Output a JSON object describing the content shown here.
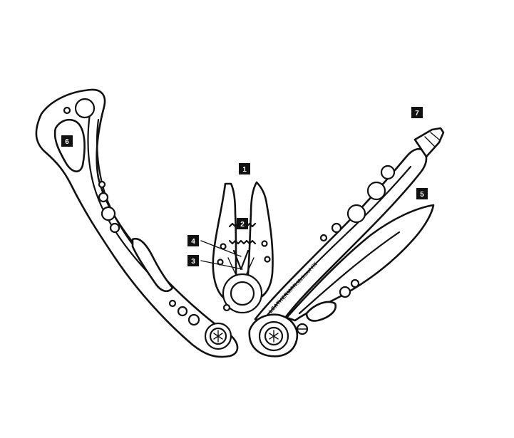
{
  "diagram": {
    "brand": "LEATHERMAN",
    "model": "Skeletool CX",
    "callouts": [
      {
        "id": "callout-1",
        "label": "1"
      },
      {
        "id": "callout-2",
        "label": "2"
      },
      {
        "id": "callout-3",
        "label": "3"
      },
      {
        "id": "callout-4",
        "label": "4"
      },
      {
        "id": "callout-5",
        "label": "5"
      },
      {
        "id": "callout-6",
        "label": "6"
      },
      {
        "id": "callout-7",
        "label": "7"
      }
    ]
  }
}
